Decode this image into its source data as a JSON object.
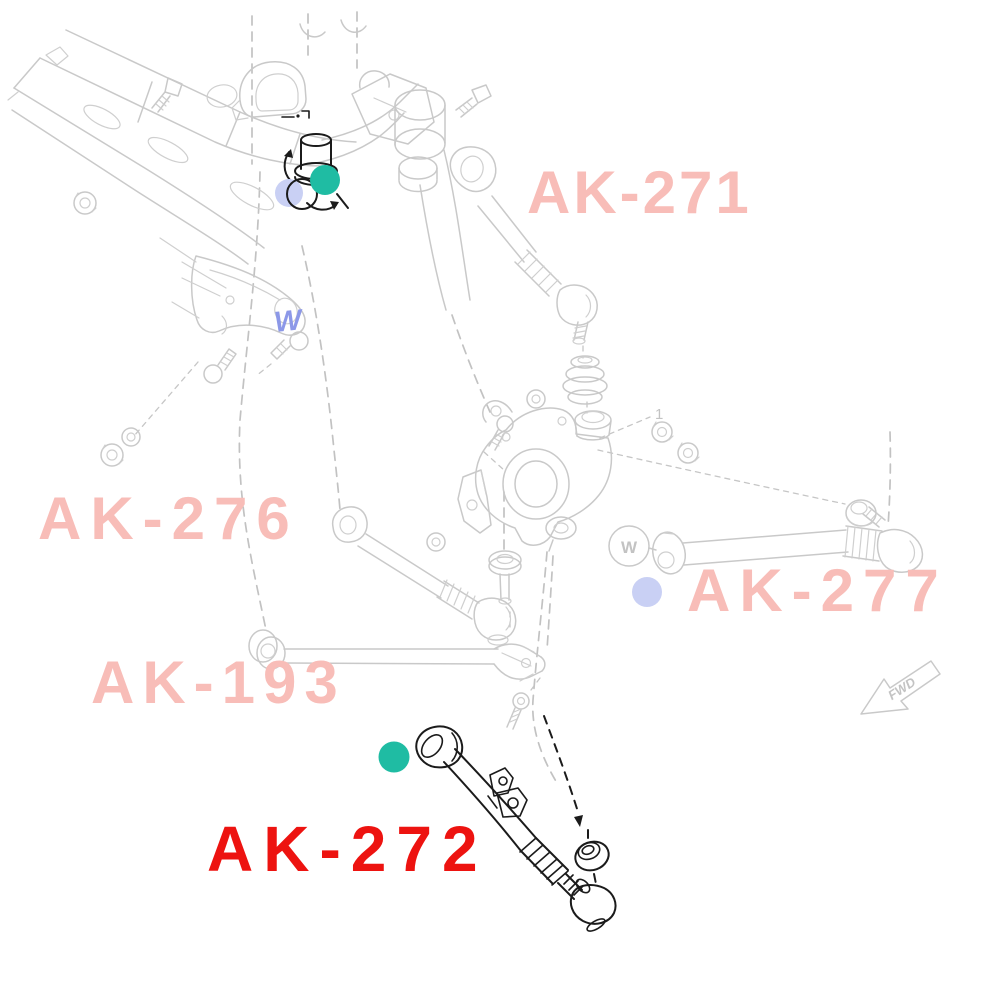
{
  "page": {
    "background": "#FFFFFF",
    "description": "Exploded rear suspension parts line diagram with highlighted lower arm"
  },
  "colors": {
    "label_pink": "#F8BDB8",
    "label_red": "#ED1310",
    "marker_teal": "#1FBCA3",
    "marker_lavender": "#C9D0F4",
    "w_periwinkle": "#8C98E8",
    "line_gray": "#C9C9C9",
    "dark_ink": "#1B1B1B"
  },
  "labels": {
    "ak271": {
      "text": "AK-271",
      "style": "color:#F8BDB8"
    },
    "ak276": {
      "text": "AK-276",
      "style": "color:#F8BDB8"
    },
    "ak277": {
      "text": "AK-277",
      "style": "color:#F8BDB8"
    },
    "ak193": {
      "text": "AK-193",
      "style": "color:#F8BDB8"
    },
    "ak272": {
      "text": "AK-272",
      "style": "color:#ED1310"
    }
  },
  "annotations": {
    "washer_mark_part": "W",
    "washer_mark_circle": "W",
    "callout_1": "1",
    "fwd_arrow": "FWD"
  },
  "markers": {
    "teal_top": {
      "color": "#1FBCA3"
    },
    "lavender_top": {
      "color": "#C9D0F4"
    },
    "teal_bottom": {
      "color": "#1FBCA3"
    },
    "lavender_right": {
      "color": "#C9D0F4"
    }
  }
}
